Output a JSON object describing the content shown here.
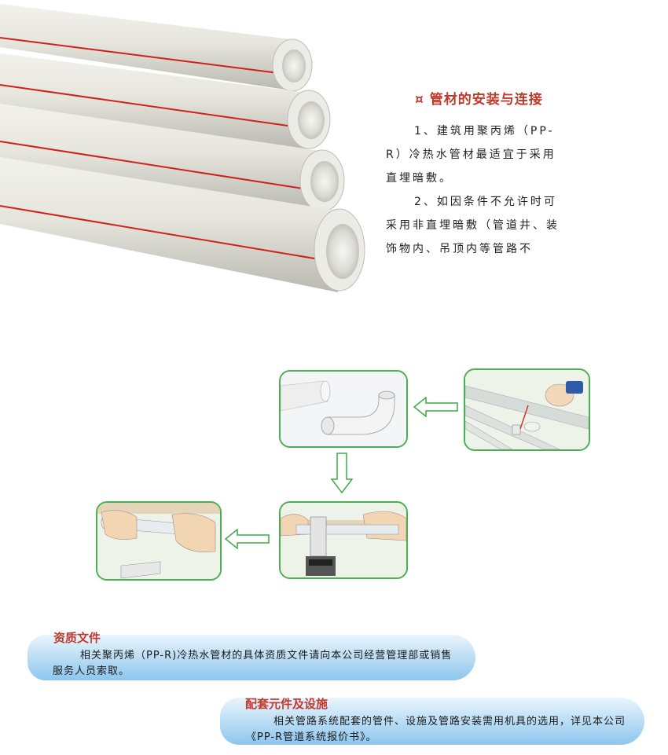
{
  "install": {
    "title": "¤ 管材的安装与连接",
    "para1": "1、建筑用聚丙烯（PP-R）冷热水管材最适宜于采用直埋暗敷。",
    "para2": "2、如因条件不允许时可采用非直埋暗敷（管道井、装饰物内、吊顶内等管路不"
  },
  "qualification": {
    "title": "资质文件",
    "text": "相关聚丙烯（PP-R)冷热水管材的具体资质文件请向本公司经营管理部或销售服务人员索取。"
  },
  "accessories": {
    "title": "配套元件及设施",
    "text": "相关管路系统配套的管件、设施及管路安装需用机具的选用，详见本公司《PP-R管道系统报价书》。"
  },
  "colors": {
    "title_red": "#c0392b",
    "pipe_stripe": "#d0201c",
    "step_border": "#4caf50",
    "banner_blue": "#8cc6ee"
  }
}
